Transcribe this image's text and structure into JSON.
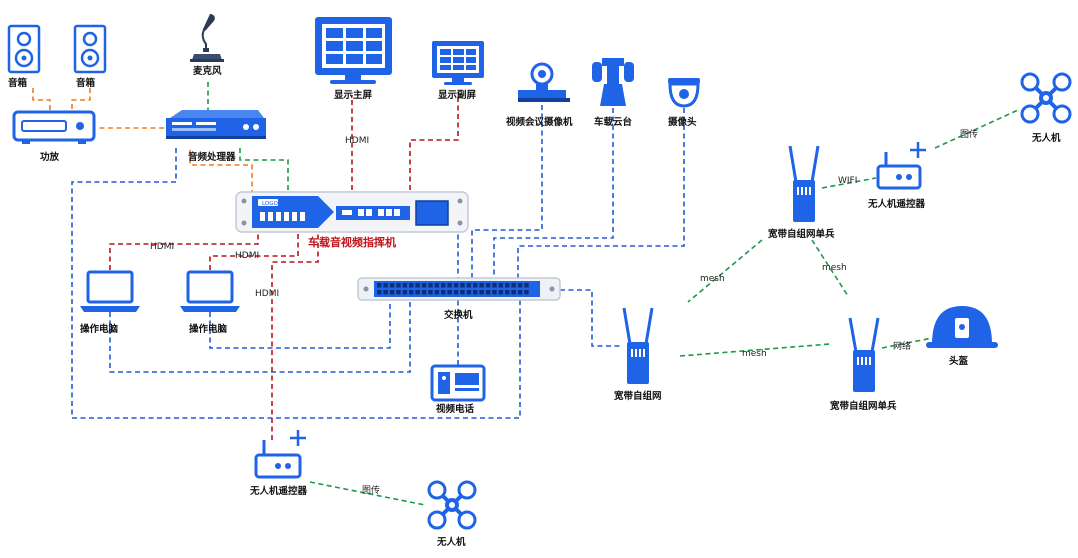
{
  "colors": {
    "device_blue": "#1f63e6",
    "line_blue": "#1f5bd6",
    "line_red": "#b8141a",
    "line_orange": "#f07b22",
    "line_green": "#1a9a4a",
    "title_red": "#c0141c"
  },
  "nodes": {
    "speaker_left": "音箱",
    "speaker_right": "音箱",
    "amplifier": "功放",
    "microphone": "麦克风",
    "audio_processor": "音频处理器",
    "main_display": "显示主屏",
    "secondary_display": "显示副屏",
    "conference_camera": "视频会议摄像机",
    "vehicle_gimbal": "车载云台",
    "camera": "摄像头",
    "commander": "车载音视频指挥机",
    "commander_logo": "LOGO",
    "switch": "交换机",
    "laptop_left": "操作电脑",
    "laptop_right": "操作电脑",
    "video_phone": "视频电话",
    "drone_controller_bottom": "无人机遥控器",
    "drone_bottom": "无人机",
    "mesh_vehicle": "宽带自组网",
    "mesh_soldier_top": "宽带自组网单兵",
    "mesh_soldier_bottom": "宽带自组网单兵",
    "drone_controller_top": "无人机遥控器",
    "drone_top": "无人机",
    "helmet": "头盔"
  },
  "links": {
    "hdmi_main": "HDMI",
    "hdmi_laptop_left": "HDMI",
    "hdmi_laptop_right": "HDMI",
    "hdmi_drone_controller": "HDMI",
    "mesh_top_left": "mesh",
    "mesh_top_bottom": "mesh",
    "mesh_vehicle_soldier": "mesh",
    "wifi": "WIFI",
    "image_top": "图传",
    "image_bottom": "图传",
    "helmet_net": "网络"
  }
}
